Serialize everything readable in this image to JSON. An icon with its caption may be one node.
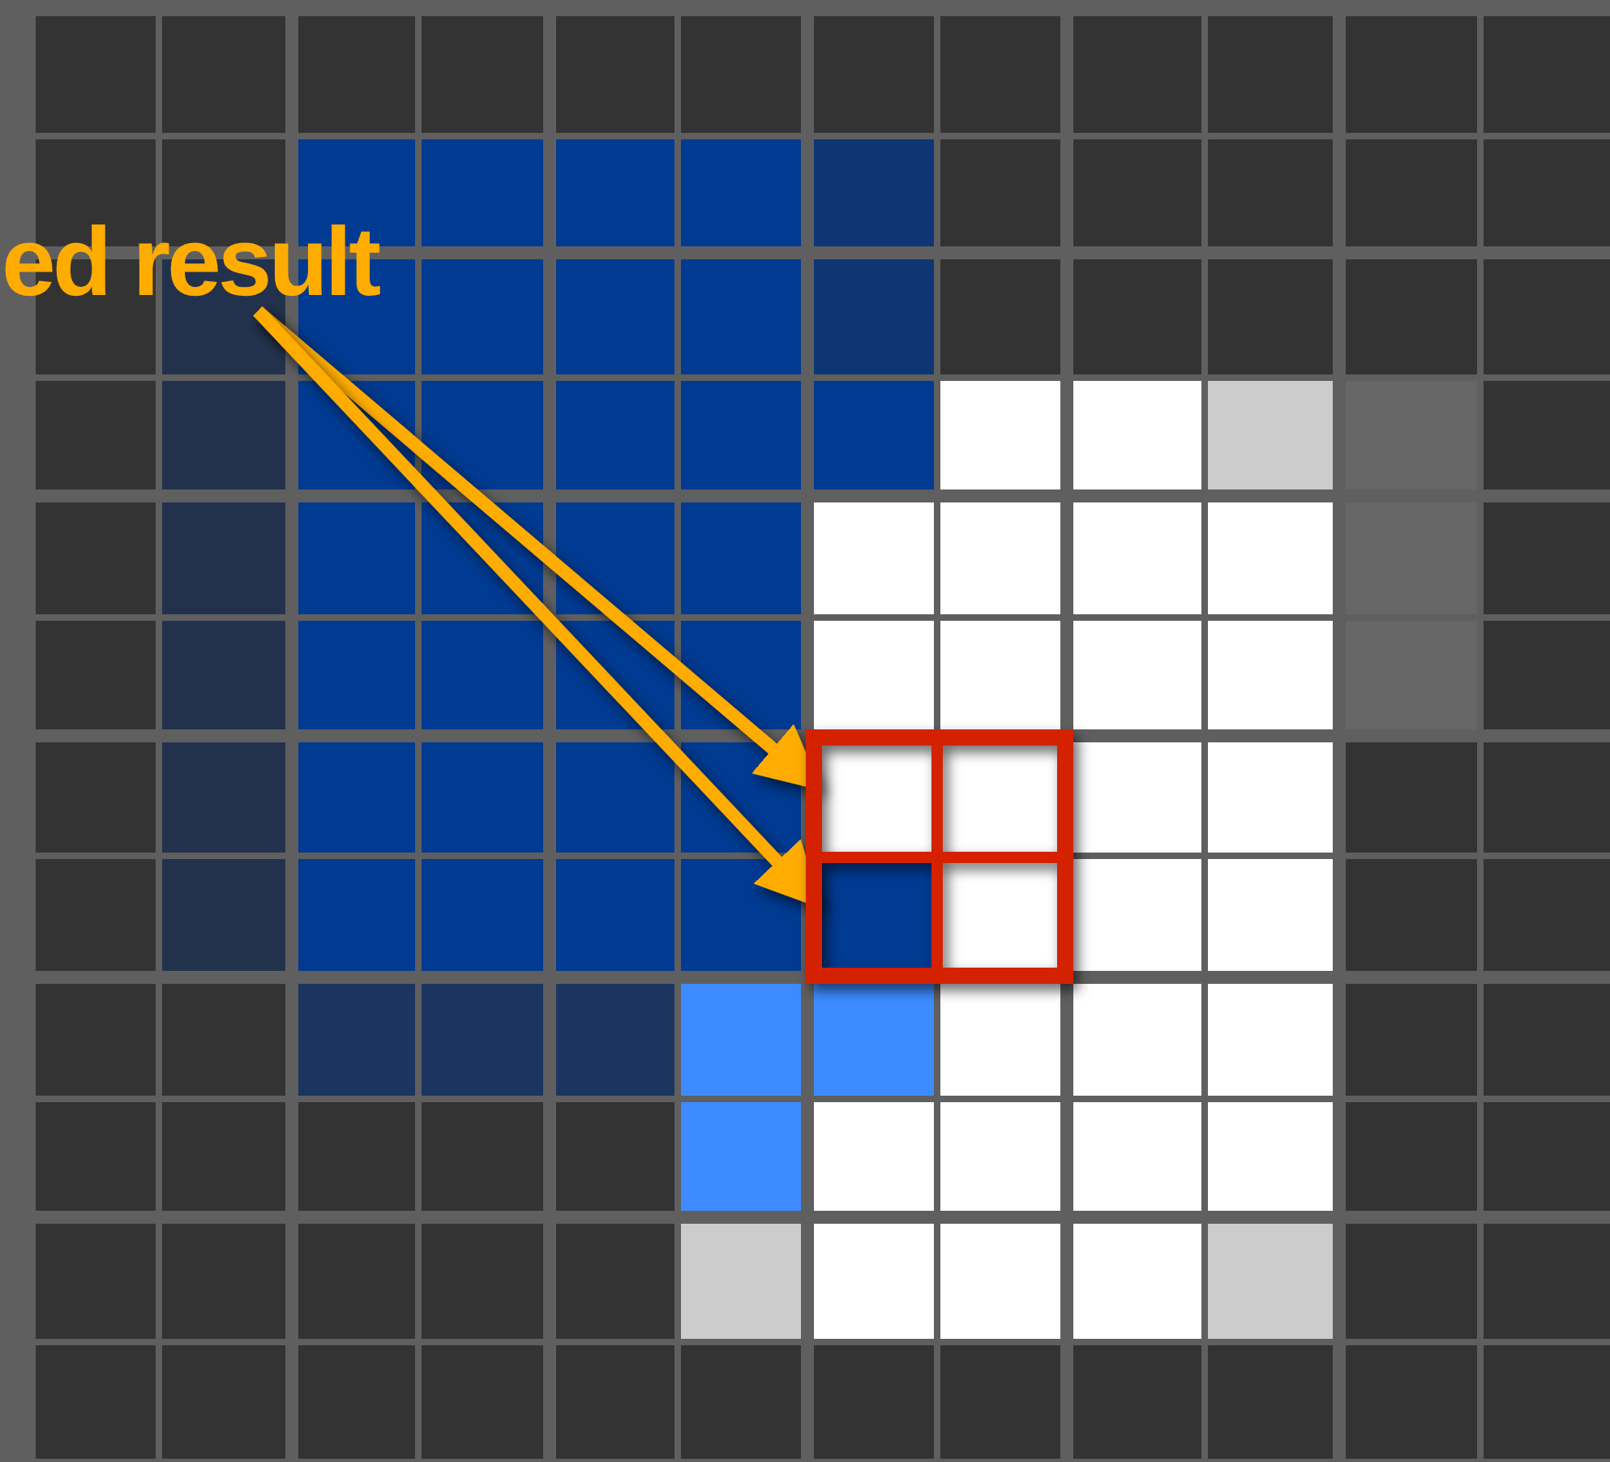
{
  "diagram": {
    "nodes": [
      {
        "text": [
          "ed result"
        ]
      },
      {
        "text": [],
        "shape": "box"
      },
      {
        "text": [],
        "shape": "box"
      }
    ],
    "edges": [
      {
        "from": 0,
        "to": 1,
        "arrow": "to"
      },
      {
        "from": 0,
        "to": 2,
        "arrow": "to"
      }
    ]
  }
}
